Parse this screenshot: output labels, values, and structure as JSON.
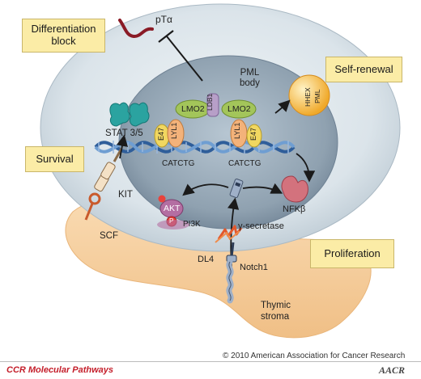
{
  "boxes": {
    "differentiation": "Differentiation\nblock",
    "self_renewal": "Self-renewal",
    "survival": "Survival",
    "proliferation": "Proliferation"
  },
  "labels": {
    "pta": "pTα",
    "pml_body": "PML\nbody",
    "lmo2_left": "LMO2",
    "lmo2_right": "LMO2",
    "ldb1": "LDB1",
    "lyl1_left": "LYL1",
    "lyl1_right": "LYL1",
    "e47_left": "E47",
    "e47_right": "E47",
    "hhex": "HHEX",
    "pml": "PML",
    "catctg_left": "CATCTG",
    "catctg_right": "CATCTG",
    "stat": "STAT 3/5",
    "kit": "KIT",
    "scf": "SCF",
    "akt": "AKT",
    "p": "P",
    "pi3k": "PI3K",
    "gamma_secretase": "γ-secretase",
    "nfkb": "NFKβ",
    "dl4": "DL4",
    "notch1": "Notch1",
    "thymic_stroma": "Thymic\nstroma"
  },
  "footer": {
    "copyright": "© 2010 American Association for Cancer Research",
    "journal": "CCR Molecular Pathways",
    "logo": "AACR"
  },
  "colors": {
    "cell": "#cdd9e0",
    "nucleus": "#8fa1b0",
    "stroma": "#f6cf9c",
    "box": "#fbeca6",
    "lmo2": "#a3c55a",
    "lyl1": "#f3b27a",
    "e47": "#f1d760",
    "pml_body": "#f7be3c",
    "stat": "#2ba3a0",
    "nfkb": "#d3727d",
    "akt": "#b46ea2",
    "dna": "#4d7fb8",
    "footer_red": "#c41e2a"
  }
}
